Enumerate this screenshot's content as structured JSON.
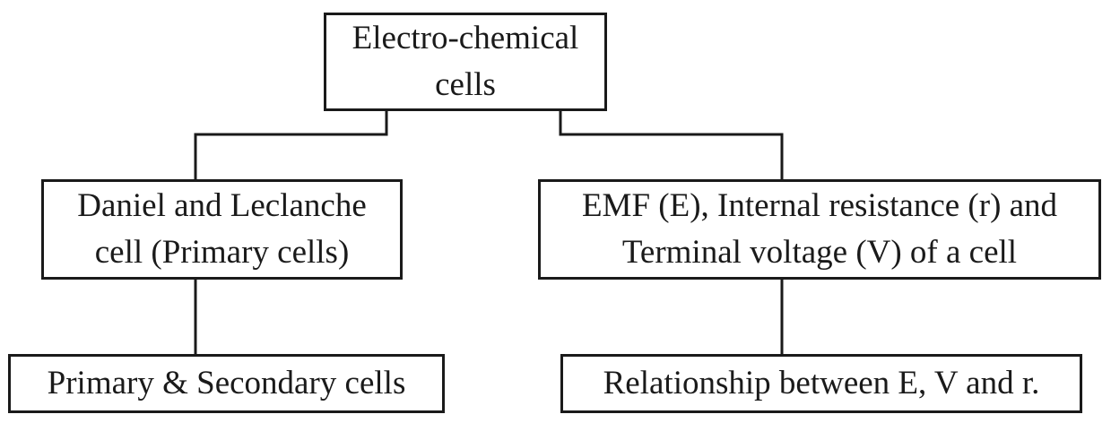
{
  "diagram": {
    "root": {
      "line1": "Electro-chemical",
      "line2": "cells"
    },
    "left": {
      "line1": "Daniel and Leclanche",
      "line2": "cell (Primary cells)"
    },
    "right": {
      "line1": "EMF (E), Internal resistance (r) and",
      "line2": "Terminal voltage (V) of a cell"
    },
    "left_child": {
      "line1": "Primary & Secondary cells"
    },
    "right_child": {
      "line1": "Relationship between E, V and r."
    }
  }
}
